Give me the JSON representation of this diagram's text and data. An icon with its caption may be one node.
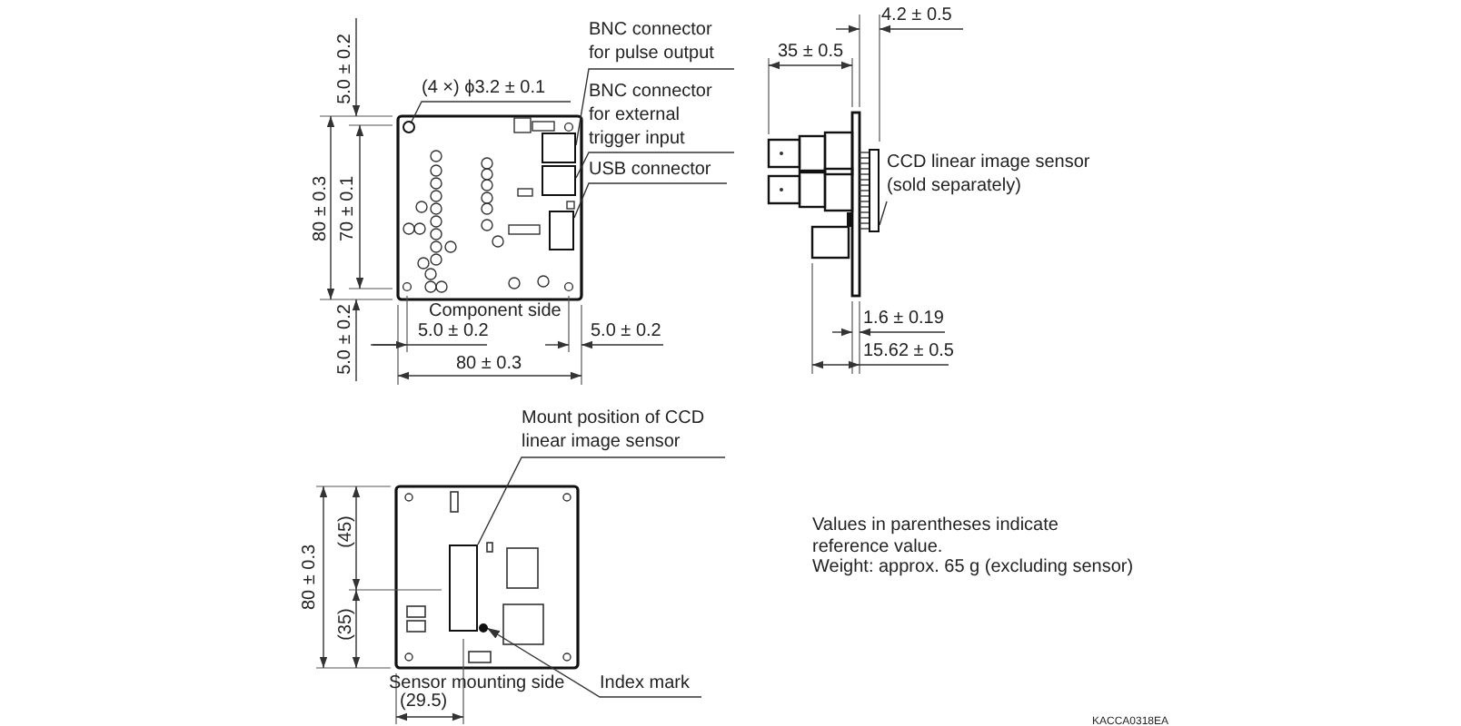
{
  "diagram": {
    "nodes": [
      {
        "text": [
          "BNC connector for pulse output"
        ]
      },
      {
        "text": [
          "BNC connector for external trigger input"
        ]
      },
      {
        "text": [
          "USB connector"
        ]
      },
      {
        "text": [
          "(4 ×) ϕ3.2 ± 0.1"
        ]
      },
      {
        "text": [
          "CCD linear image sensor (sold separately)"
        ]
      },
      {
        "text": [
          "Mount position of CCD linear image sensor"
        ]
      },
      {
        "text": [
          "Index mark"
        ]
      },
      {
        "text": [],
        "shape": "box"
      },
      {
        "text": [],
        "shape": "box"
      },
      {
        "text": [],
        "shape": "box"
      },
      {
        "text": [],
        "shape": "circle"
      },
      {
        "text": [],
        "shape": "bar"
      },
      {
        "text": [],
        "shape": "box"
      },
      {
        "text": [],
        "shape": "circle"
      }
    ],
    "edges": [
      {
        "from": 0,
        "to": 7,
        "arrow": "none"
      },
      {
        "from": 1,
        "to": 8,
        "arrow": "none"
      },
      {
        "from": 2,
        "to": 9,
        "arrow": "none"
      },
      {
        "from": 3,
        "to": 10,
        "arrow": "none"
      },
      {
        "from": 4,
        "to": 11,
        "arrow": "none"
      },
      {
        "from": 5,
        "to": 12,
        "arrow": "none"
      },
      {
        "from": 6,
        "to": 13,
        "arrow": "to"
      }
    ],
    "labels": [
      "5.0 ± 0.2",
      "80 ± 0.3",
      "70 ± 0.1",
      "5.0 ± 0.2",
      "Component side",
      "5.0 ± 0.2",
      "5.0 ± 0.2",
      "80 ± 0.3",
      "4.2 ± 0.5",
      "35 ± 0.5",
      "1.6 ± 0.19",
      "15.62 ± 0.5",
      "80 ± 0.3",
      "(45)",
      "(35)",
      "Sensor mounting side",
      "(29.5)",
      "Values in parentheses indicate reference value.",
      "Weight: approx. 65 g (excluding sensor)",
      "KACCA0318EA"
    ]
  }
}
